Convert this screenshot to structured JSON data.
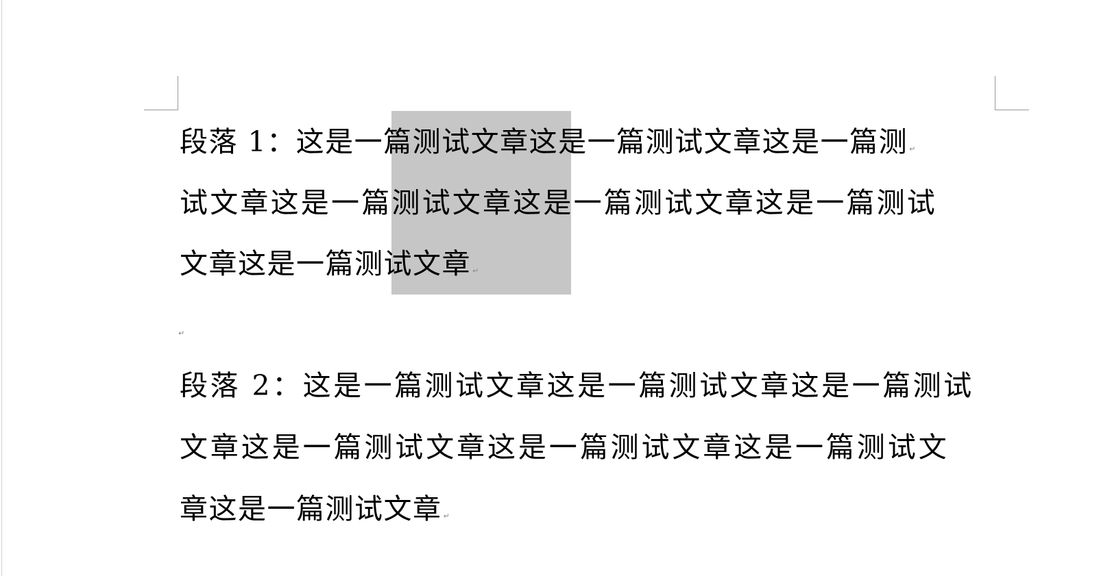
{
  "document": {
    "paragraph_mark": "↵",
    "paragraphs": [
      {
        "lines": [
          "段落 1：这是一篇测试文章这是一篇测试文章这是一篇测",
          "试文章这是一篇测试文章这是一篇测试文章这是一篇测试",
          "文章这是一篇测试文章"
        ]
      },
      {
        "lines": [
          "段落  2：这是一篇测试文章这是一篇测试文章这是一篇测试",
          "文章这是一篇测试文章这是一篇测试文章这是一篇测试文",
          "章这是一篇测试文章"
        ]
      }
    ]
  },
  "colors": {
    "selection": "#c6c6c6",
    "page_background": "#ffffff",
    "margin_marks": "#9a9a9a",
    "formatting_marks": "#8a8a8a"
  }
}
